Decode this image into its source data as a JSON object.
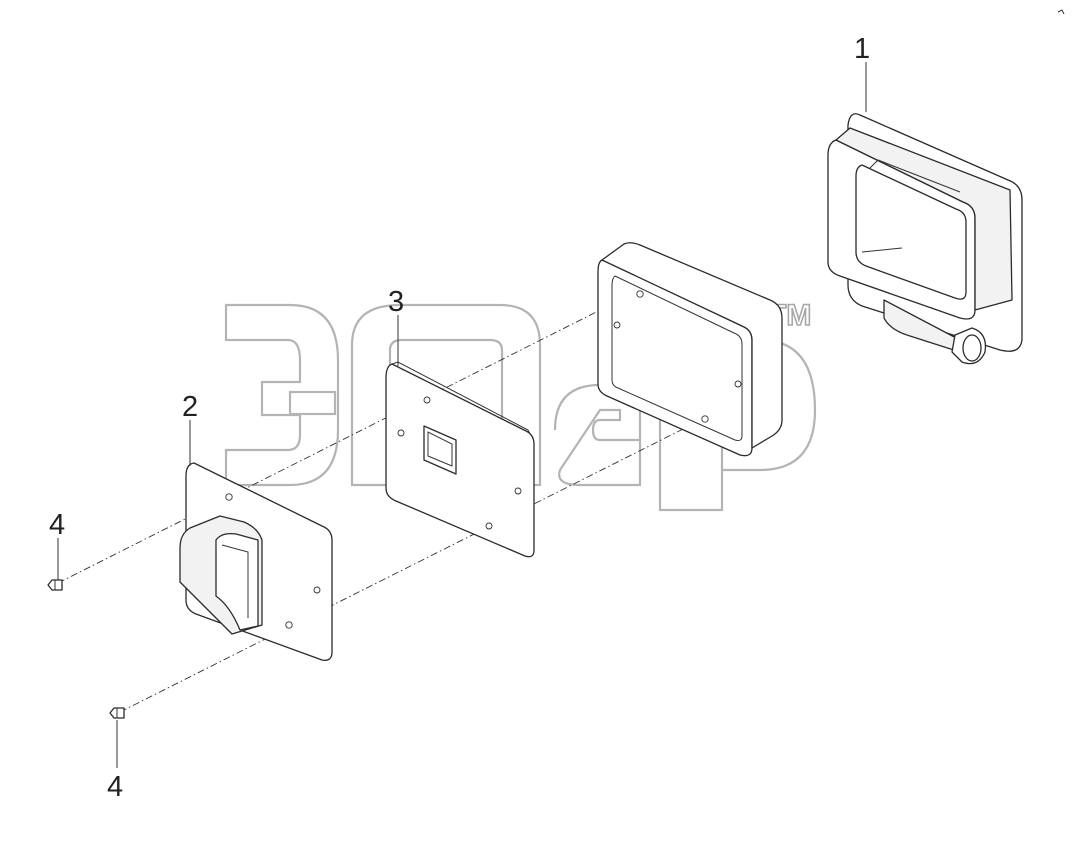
{
  "diagram": {
    "callouts": [
      {
        "id": "part-1",
        "label": "1"
      },
      {
        "id": "part-3",
        "label": "3"
      },
      {
        "id": "part-2",
        "label": "2"
      },
      {
        "id": "part-4-upper",
        "label": "4"
      },
      {
        "id": "part-4-lower",
        "label": "4"
      }
    ],
    "watermark": {
      "tm": "TM"
    }
  },
  "colors": {
    "line": "#2b2b2b",
    "watermark": "#b4b4b4",
    "background": "#ffffff"
  }
}
